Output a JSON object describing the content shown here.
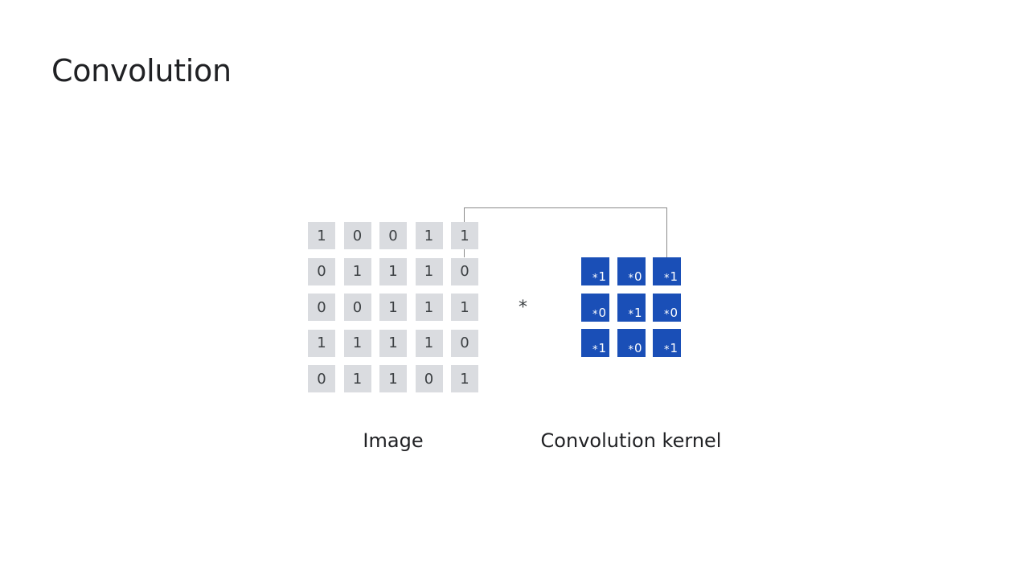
{
  "slide": {
    "title": "Convolution"
  },
  "image": {
    "caption": "Image",
    "matrix": [
      [
        1,
        0,
        0,
        1,
        1
      ],
      [
        0,
        1,
        1,
        1,
        0
      ],
      [
        0,
        0,
        1,
        1,
        1
      ],
      [
        1,
        1,
        1,
        1,
        0
      ],
      [
        0,
        1,
        1,
        0,
        1
      ]
    ],
    "cell_color": "#dadce0"
  },
  "operator": {
    "symbol": "*"
  },
  "kernel": {
    "caption": "Convolution kernel",
    "multiply_symbol": "*",
    "matrix": [
      [
        1,
        0,
        1
      ],
      [
        0,
        1,
        0
      ],
      [
        1,
        0,
        1
      ]
    ],
    "cell_color": "#1a4fb7"
  }
}
